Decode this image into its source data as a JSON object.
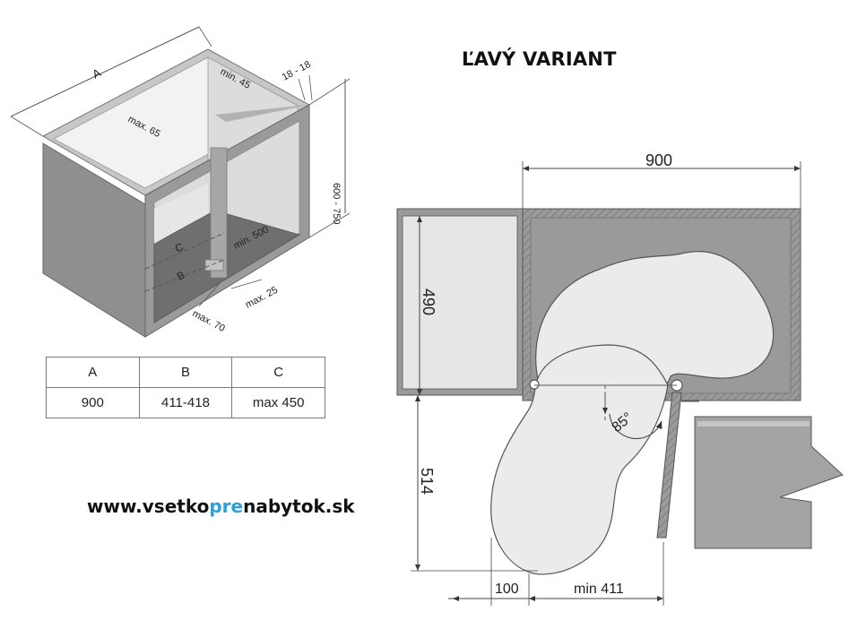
{
  "title": "ĽAVÝ VARIANT",
  "website": {
    "part1": "www.vsetko",
    "part2": "pre",
    "part3": "nabytok.sk",
    "highlight_color": "#27a1e0"
  },
  "dimension_table": {
    "headers": [
      "A",
      "B",
      "C"
    ],
    "values": [
      "900",
      "411-418",
      "max 450"
    ]
  },
  "cabinet_labels": {
    "a": "A",
    "b": "B",
    "c": "C",
    "min45": "min. 45",
    "max65": "max. 65",
    "h1818": "18 - 18",
    "h600750": "600 - 750",
    "min500": "min. 500",
    "max25": "max. 25",
    "max70": "max. 70"
  },
  "plan_labels": {
    "w900": "900",
    "d490": "490",
    "d514": "514",
    "angle": "85°",
    "offset100": "100",
    "min411": "min 411"
  },
  "colors": {
    "cabinet_body": "#8e8e8e",
    "cabinet_interior": "#6f6f6f",
    "tray": "#ebebeb",
    "line": "#555555"
  }
}
